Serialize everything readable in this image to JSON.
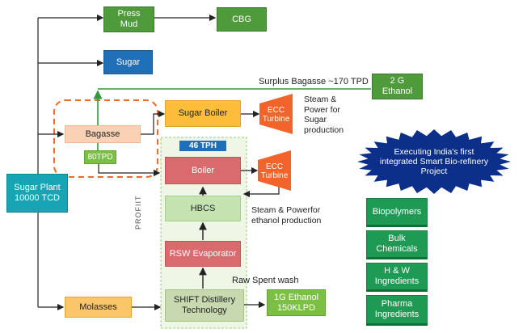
{
  "nodes": {
    "press_mud": "Press\nMud",
    "cbg": "CBG",
    "sugar": "Sugar",
    "two_g_ethanol": "2 G\nEthanol",
    "bagasse": "Bagasse",
    "tpd80": "80TPD",
    "sugar_boiler": "Sugar Boiler",
    "ecc_turbine_1": "ECC\nTurbine",
    "ecc_turbine_2": "ECC\nTurbine",
    "tph": "46 TPH",
    "boiler": "Boiler",
    "hbcs": "HBCS",
    "rsw": "RSW Evaporator",
    "shift": "SHIFT Distillery\nTechnology",
    "molasses": "Molasses",
    "ethanol_1g": "1G Ethanol\n150KLPD",
    "sugar_plant": "Sugar Plant\n10000 TCD"
  },
  "labels": {
    "surplus": "Surplus Bagasse ~170 TPD",
    "steam_sugar": "Steam &\nPower for\nSugar\nproduction",
    "steam_ethanol": "Steam & Powerfor\nethanol production",
    "raw_spent": "Raw Spent wash",
    "profit": "PROFIIT",
    "burst": "Executing India's first\nintegrated Smart Bio-refinery\nProject"
  },
  "side_boxes": [
    "Biopolymers",
    "Bulk\nChemicals",
    "H & W\nIngredients",
    "Pharma\nIngredients"
  ],
  "colors": {
    "dark_green": "#4f9a3a",
    "blue": "#1f6fb8",
    "teal": "#17a4b4",
    "orange": "#fbbd3a",
    "turbine": "#f2642a",
    "burst": "#0c2f8a"
  }
}
